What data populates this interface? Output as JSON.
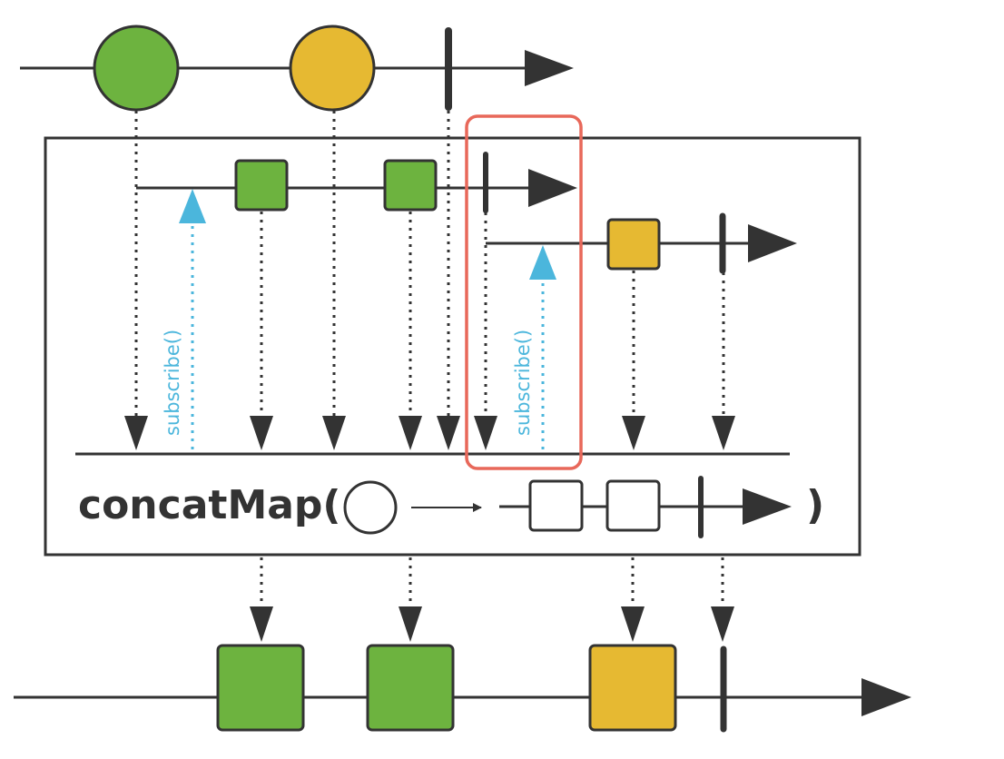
{
  "operator": {
    "name": "concatMap(",
    "close": ")"
  },
  "annotations": {
    "subscribe_label_1": "subscribe()",
    "subscribe_label_2": "subscribe()"
  },
  "colors": {
    "green": "#6db33f",
    "yellow": "#e6b932",
    "line": "#333333",
    "subscribe": "#4bb6dc",
    "highlight": "#e8685a",
    "box_border": "#333333"
  },
  "source_stream": {
    "items": [
      {
        "shape": "circle",
        "color": "green"
      },
      {
        "shape": "circle",
        "color": "yellow"
      }
    ],
    "completes": true
  },
  "inner_streams": [
    {
      "source": "green",
      "items": [
        {
          "shape": "square",
          "color": "green"
        },
        {
          "shape": "square",
          "color": "green"
        }
      ],
      "completes": true
    },
    {
      "source": "yellow",
      "items": [
        {
          "shape": "square",
          "color": "yellow"
        }
      ],
      "completes": true
    }
  ],
  "output_stream": {
    "items": [
      {
        "shape": "square",
        "color": "green"
      },
      {
        "shape": "square",
        "color": "green"
      },
      {
        "shape": "square",
        "color": "yellow"
      }
    ],
    "completes": true
  },
  "icons": {
    "arrow": "arrow-right-icon",
    "circle": "circle-icon",
    "square": "square-icon"
  }
}
